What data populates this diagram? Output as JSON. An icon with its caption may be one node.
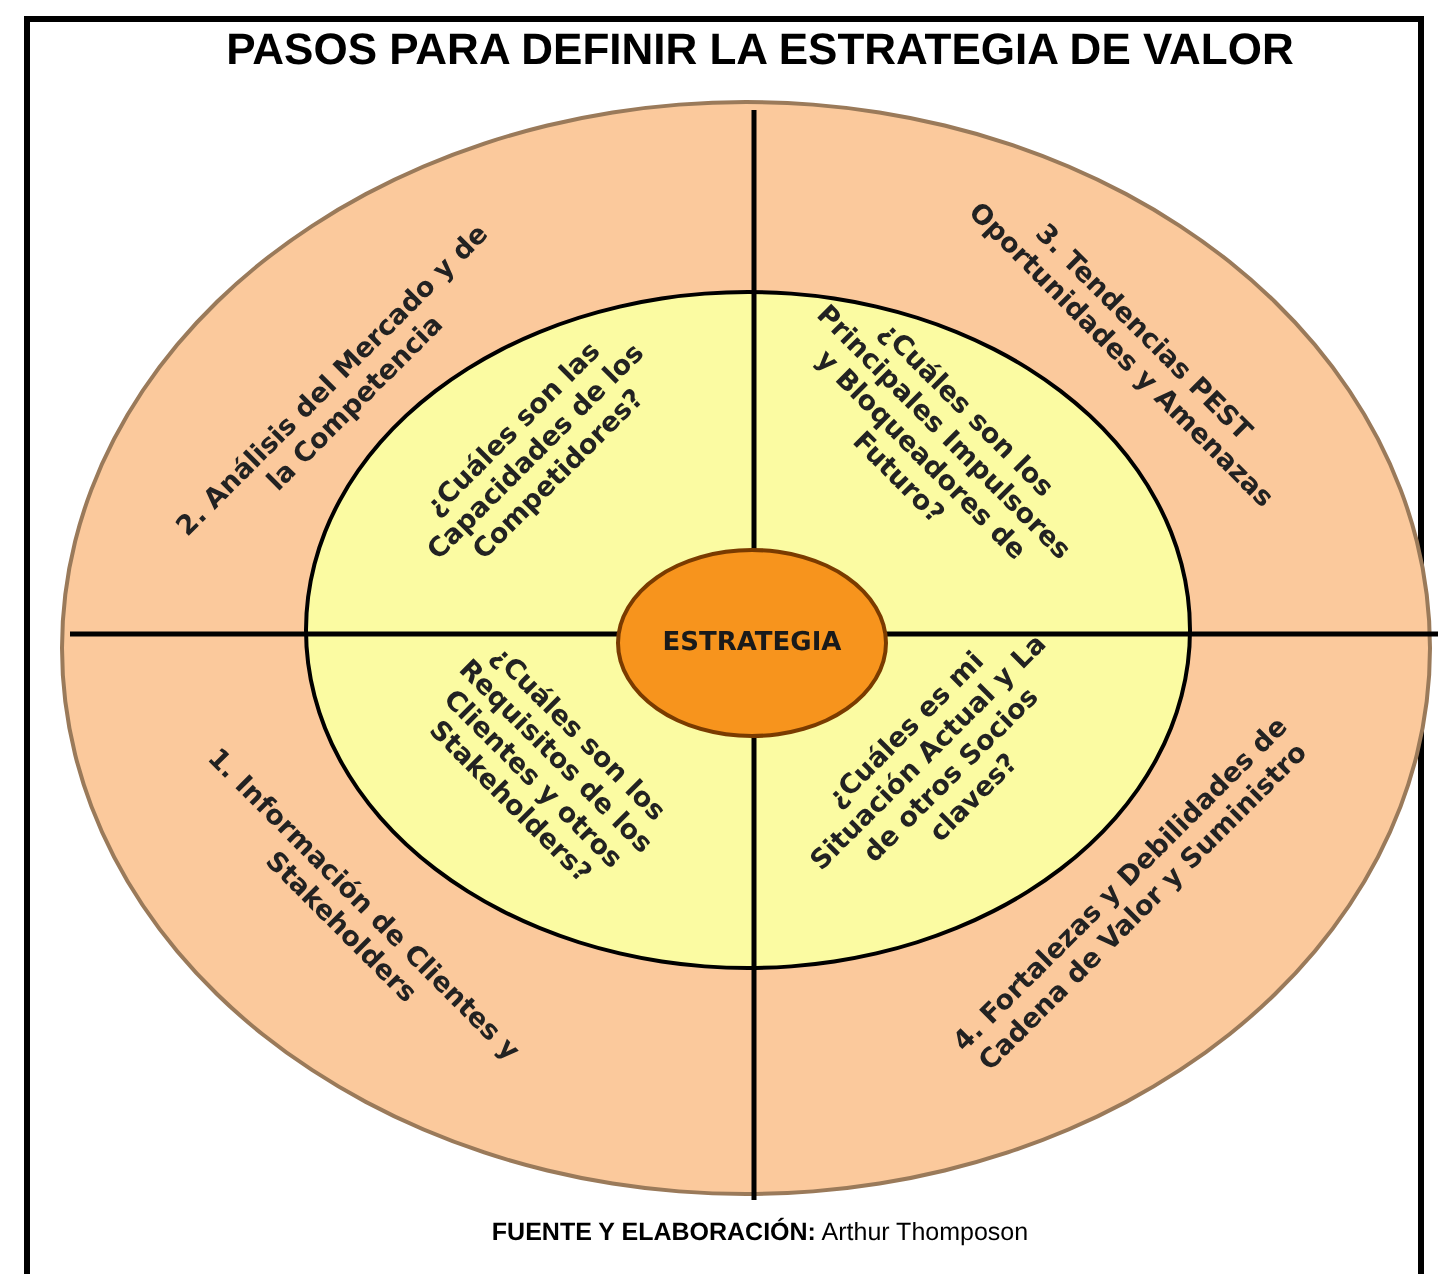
{
  "diagram": {
    "title": "PASOS PARA DEFINIR LA ESTRATEGIA DE VALOR",
    "caption": "**FUENTE Y ELABORACIÓN:** Arthur Thomposon",
    "nodes": [
      {
        "text": [],
        "shape": "circle"
      },
      {
        "text": [],
        "shape": "circle",
        "in": 0
      },
      {
        "text": [
          "ESTRATEGIA"
        ],
        "in": 1
      }
    ],
    "labels": [
      "2. Análisis del Mercado y de la Competencia",
      "¿Cuáles son las Capacidades de los Competidores?",
      "¿Cuáles son los Principales Impulsores y Bloqueadores de Futuro?",
      "3. Tendencias PEST Oportunidades y Amenazas",
      "1. Información de Clientes y Stakeholders",
      "¿Cuáles son los Requisitos de los Clientes y otros Stakeholders?",
      "¿Cuáles es mi Situación Actual y La de otros Socios claves?",
      "4. Fortalezas y Debilidades de Cadena de Valor y Suministro"
    ]
  }
}
